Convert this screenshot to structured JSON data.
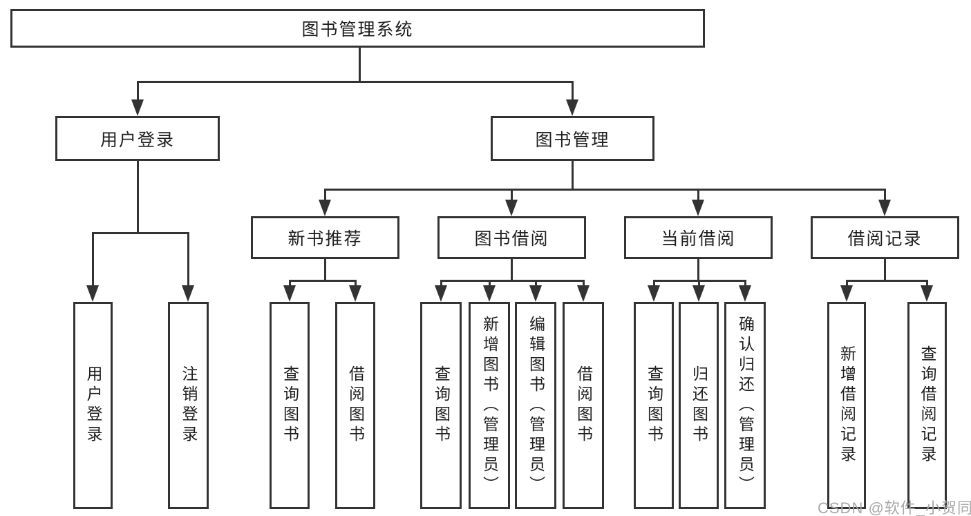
{
  "diagram_title": "图书管理系统",
  "colors": {
    "line": "#333333",
    "text": "#1f1f1f",
    "background": "#ffffff",
    "watermark": "#a8a8a8"
  },
  "nodes": {
    "root": "图书管理系统",
    "level2": {
      "user_login": "用户登录",
      "book_mgmt": "图书管理"
    },
    "level3": {
      "recommend": "新书推荐",
      "borrow": "图书借阅",
      "current": "当前借阅",
      "record": "借阅记录"
    },
    "leaves": {
      "login": [
        "用户登录",
        "注销登录"
      ],
      "recommend": [
        "查询图书",
        "借阅图书"
      ],
      "borrow": [
        "查询图书",
        "新增图书（管理员）",
        "编辑图书（管理员）",
        "借阅图书"
      ],
      "current": [
        "查询图书",
        "归还图书",
        "确认归还（管理员）"
      ],
      "record": [
        "新增借阅记录",
        "查询借阅记录"
      ]
    }
  },
  "watermark": "CSDN @软件_小贺同学"
}
